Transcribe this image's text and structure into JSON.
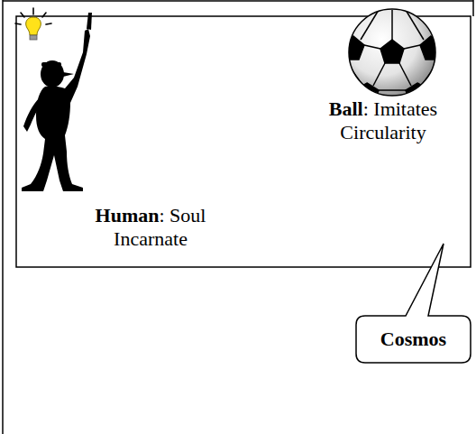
{
  "diagram": {
    "nodes": [
      {
        "text": [
          "Cosmos"
        ]
      }
    ],
    "labels": [
      "Human: Soul Incarnate",
      "Ball: Imitates Circularity"
    ]
  }
}
